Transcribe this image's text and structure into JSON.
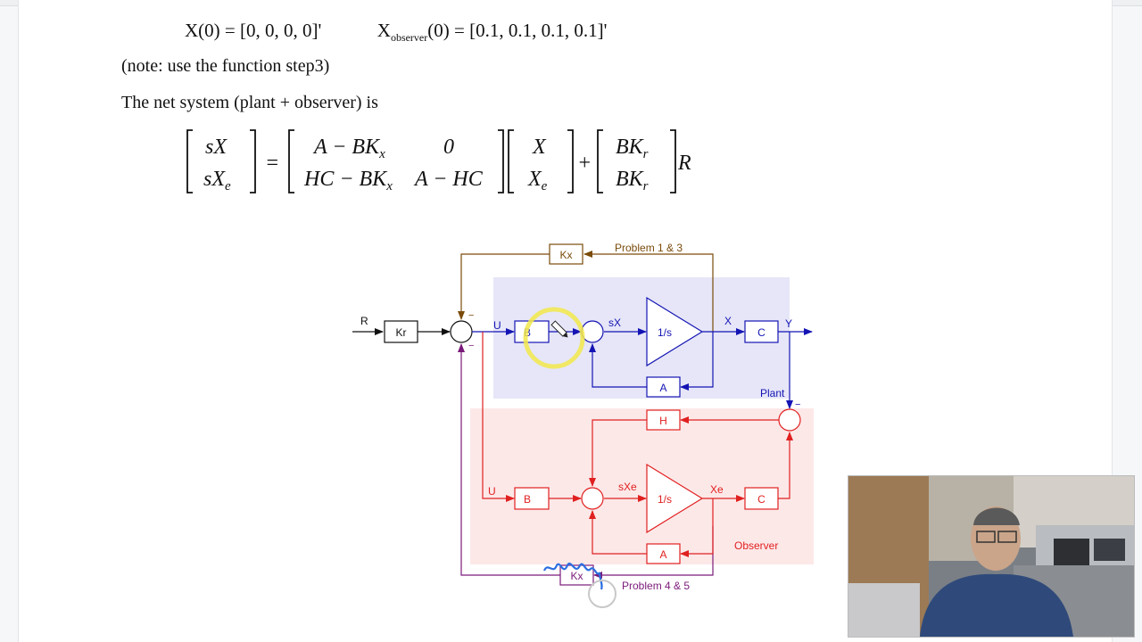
{
  "document": {
    "initial_conditions": {
      "x0": "X(0) = [0, 0, 0, 0]'",
      "xobs_base": "X",
      "xobs_sub": "observer",
      "xobs_rest": "(0) = [0.1, 0.1, 0.1, 0.1]'"
    },
    "note": "(note:  use the function step3)",
    "net_system_text": "The net system (plant + observer) is",
    "equation": {
      "lhs": [
        "sX",
        "sX",
        "e"
      ],
      "matrix_r1": [
        "A − BK",
        "x",
        "0"
      ],
      "matrix_r2": [
        "HC − BK",
        "x",
        "A − HC"
      ],
      "state": [
        "X",
        "X",
        "e"
      ],
      "input": [
        "BK",
        "r",
        "BK",
        "r"
      ],
      "R": "R"
    }
  },
  "diagram": {
    "colors": {
      "plant": "#1414b4",
      "observer": "#e02020",
      "feedback13": "#7a4b0a",
      "feedback45": "#7a1a7a",
      "signal": "#111111",
      "plant_bg": "#e6e6f8",
      "observer_bg": "#fde8e8"
    },
    "labels": {
      "R": "R",
      "Kr": "Kr",
      "U": "U",
      "B": "B",
      "sX": "sX",
      "integrator": "1/s",
      "X": "X",
      "C": "C",
      "Y": "Y",
      "A": "A",
      "plant": "Plant",
      "H": "H",
      "U_obs": "U",
      "B_obs": "B",
      "sXe": "sXe",
      "integrator_obs": "1/s",
      "Xe": "Xe",
      "C_obs": "C",
      "A_obs": "A",
      "observer": "Observer",
      "Kx_top": "Kx",
      "problem13": "Problem 1 & 3",
      "Kx_bottom": "Kx",
      "problem45": "Problem 4 & 5",
      "minus": "−"
    }
  },
  "webcam": {
    "icon": "presenter-video"
  }
}
